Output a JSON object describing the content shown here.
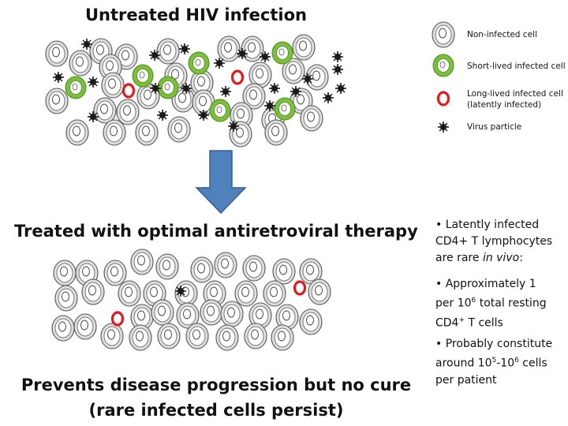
{
  "titles": {
    "untreated": "Untreated HIV infection",
    "treated": "Treated with optimal antiretroviral therapy",
    "prevents_line1": "Prevents disease progression but no cure",
    "prevents_line2": "(rare infected cells persist)"
  },
  "legend": {
    "non_infected": "Non-infected cell",
    "short_lived": "Short-lived infected cell",
    "long_lived_line1": "Long-lived infected cell",
    "long_lived_line2": "(latently infected)",
    "virus": "Virus particle"
  },
  "notes": {
    "p1_a": "• Latently infected",
    "p1_b": "CD4+ T lymphocytes",
    "p1_c_pre": "are rare ",
    "p1_c_em": "in vivo",
    "p1_c_post": ":",
    "p2_a": "• Approximately 1",
    "p2_b_pre": "per 10",
    "p2_b_sup": "6",
    "p2_b_post": " total resting",
    "p2_c_pre": "CD4",
    "p2_c_sup": "+",
    "p2_c_post": " T cells",
    "p3_a": "• Probably constitute",
    "p3_b_pre": "around 10",
    "p3_b_sup1": "5",
    "p3_b_mid": "-10",
    "p3_b_sup2": "6",
    "p3_b_post": " cells",
    "p3_c": "per patient"
  },
  "colors": {
    "non_infected": "#f3f3f3",
    "short_lived": "#7cbf3a",
    "long_lived": "#e01b1b",
    "virus": "#1a1a1a",
    "arrow": "#4f81bd"
  },
  "icons": {
    "non_infected": "white-cell-icon",
    "short_lived": "green-cell-icon",
    "long_lived": "red-cell-icon",
    "virus": "virus-particle-icon",
    "arrow": "down-arrow"
  }
}
